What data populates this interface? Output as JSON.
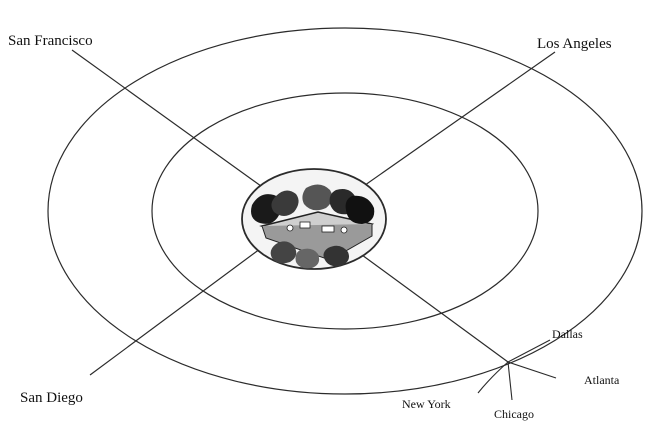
{
  "diagram": {
    "labels": {
      "san_francisco": "San Francisco",
      "los_angeles": "Los Angeles",
      "san_diego": "San Diego",
      "dallas": "Dallas",
      "atlanta": "Atlanta",
      "new_york": "New York",
      "chicago": "Chicago"
    },
    "colors": {
      "line": "#2b2b2b",
      "text": "#111111",
      "background": "#ffffff"
    },
    "center_image": "people-around-table-illustration"
  }
}
